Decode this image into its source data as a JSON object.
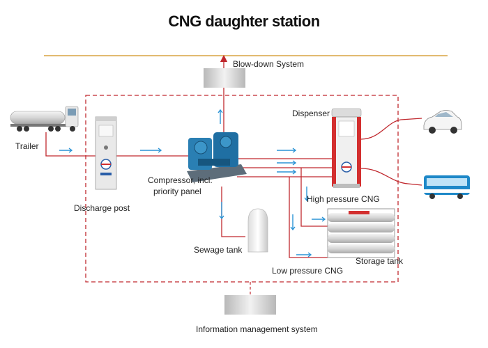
{
  "title": "CNG daughter station",
  "labels": {
    "blowdown": "Blow-down System",
    "dispenser": "Dispenser",
    "trailer": "Trailer",
    "compressor_line1": "Compressor, incl.",
    "compressor_line2": "priority  panel",
    "discharge": "Discharge post",
    "high_pressure": "High pressure CNG",
    "sewage": "Sewage tank",
    "low_pressure": "Low pressure CNG",
    "storage": "Storage tank",
    "info_system": "Information management system"
  },
  "colors": {
    "pipe": "#c0282e",
    "flow_arrow": "#2a93d5",
    "boundary": "#c0282e",
    "top_rule": "#d9a441",
    "equipment_grey": "#d0d0d0",
    "compressor_blue": "#2a7fb3"
  },
  "icons": [
    "trailer-truck-icon",
    "discharge-post-icon",
    "compressor-icon",
    "dispenser-icon",
    "storage-tank-icon",
    "sewage-tank-icon",
    "car-icon",
    "bus-icon",
    "blowdown-unit-icon",
    "info-system-unit-icon"
  ]
}
